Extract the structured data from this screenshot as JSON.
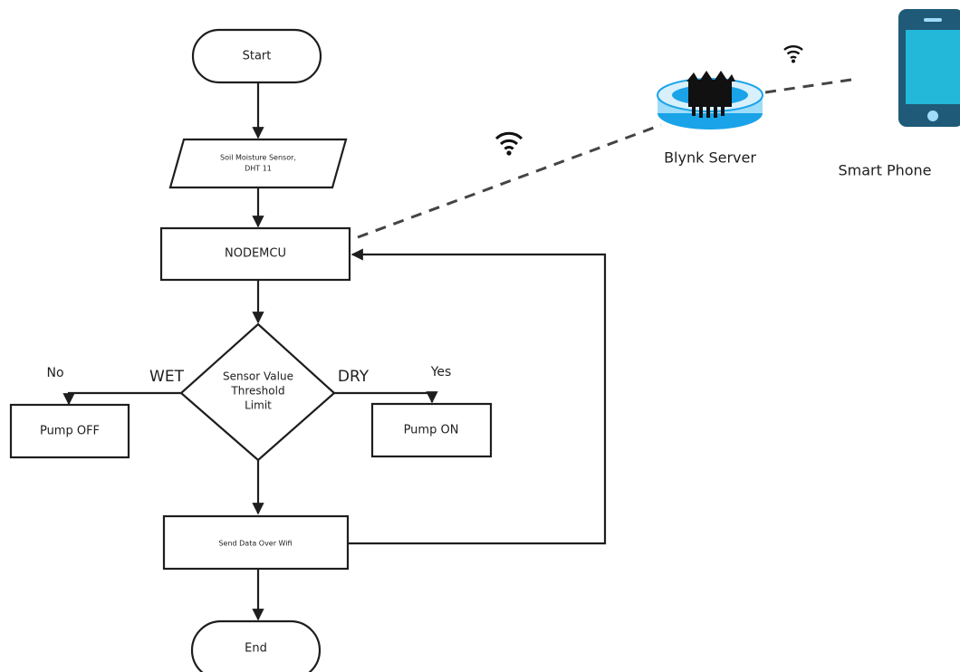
{
  "flowchart": {
    "start": "Start",
    "sensor_line1": "Soil Moisture Sensor,",
    "sensor_line2": "DHT 11",
    "controller": "NODEMCU",
    "decision_line1": "Sensor Value",
    "decision_line2": "Threshold",
    "decision_line3": "Limit",
    "wet_label": "WET",
    "dry_label": "DRY",
    "no_label": "No",
    "yes_label": "Yes",
    "pump_off": "Pump OFF",
    "pump_on": "Pump ON",
    "send_data": "Send Data Over Wifi",
    "end": "End"
  },
  "network": {
    "server_label": "Blynk Server",
    "phone_label": "Smart Phone"
  },
  "icons": {
    "wifi_1": "wifi-icon",
    "wifi_2": "wifi-icon",
    "server": "server-icon",
    "phone": "smartphone-icon"
  },
  "colors": {
    "stroke": "#1e1e1e",
    "dashed_link": "#444444",
    "server_blue": "#1aa3e8",
    "phone_body": "#1f5a78",
    "phone_screen": "#23b7d9"
  }
}
